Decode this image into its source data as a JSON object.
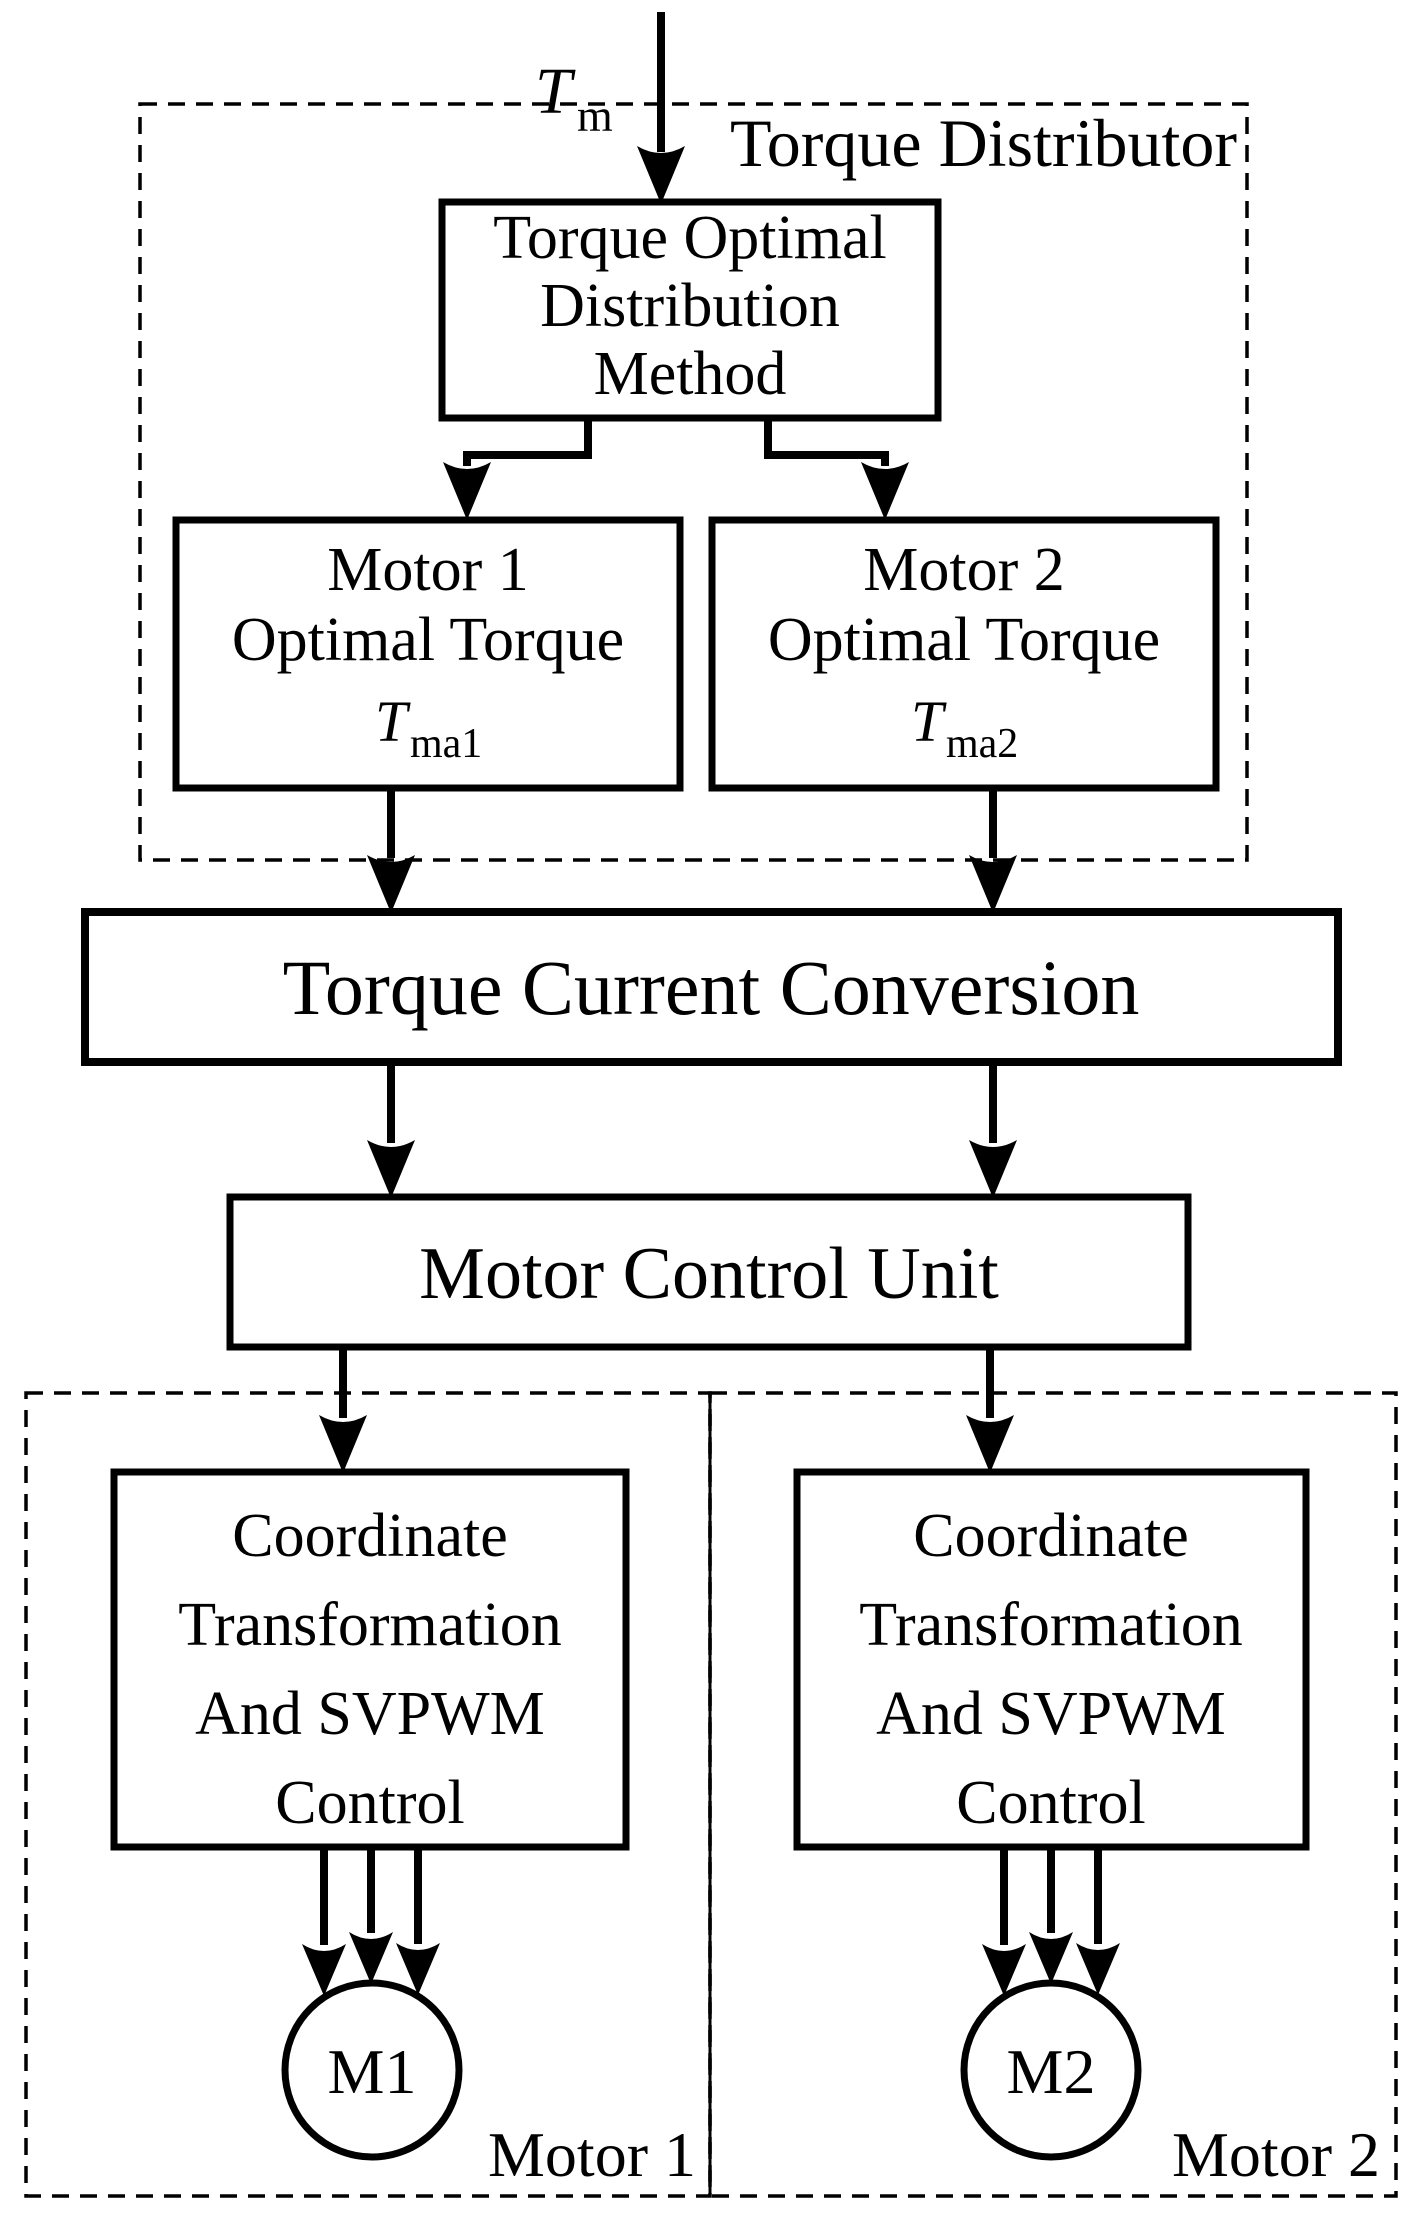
{
  "colors": {
    "ink": "#000000",
    "background": "#ffffff"
  },
  "input_signal": {
    "symbol": "T",
    "subscript": "m"
  },
  "distributor": {
    "region_label": "Torque Distributor",
    "method": {
      "line1": "Torque Optimal",
      "line2": "Distribution",
      "line3": "Method"
    },
    "motor1": {
      "line1": "Motor 1",
      "line2": "Optimal Torque",
      "symbol": "T",
      "subscript": "ma1"
    },
    "motor2": {
      "line1": "Motor 2",
      "line2": "Optimal Torque",
      "symbol": "T",
      "subscript": "ma2"
    }
  },
  "conversion": {
    "label": "Torque Current Conversion"
  },
  "control_unit": {
    "label": "Motor Control Unit"
  },
  "motor1_section": {
    "coord": {
      "line1": "Coordinate",
      "line2": "Transformation",
      "line3": "And SVPWM",
      "line4": "Control"
    },
    "machine_label": "M1",
    "region_label": "Motor 1"
  },
  "motor2_section": {
    "coord": {
      "line1": "Coordinate",
      "line2": "Transformation",
      "line3": "And SVPWM",
      "line4": "Control"
    },
    "machine_label": "M2",
    "region_label": "Motor 2"
  }
}
